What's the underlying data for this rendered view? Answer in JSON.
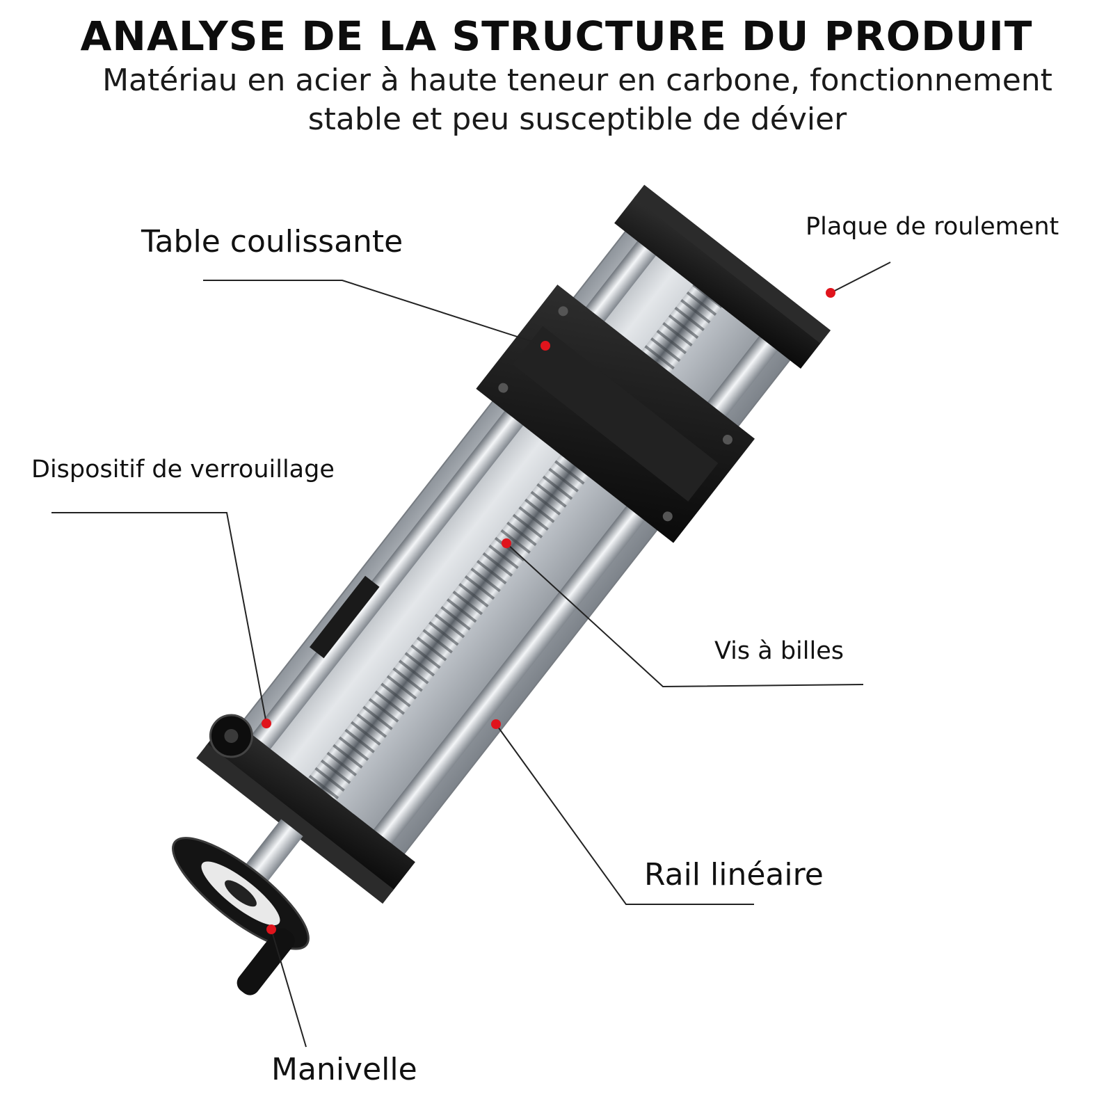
{
  "header": {
    "title": "ANALYSE DE LA STRUCTURE DU PRODUIT",
    "subtitle": "Matériau en acier à haute teneur en carbone, fonctionnement stable et peu susceptible de dévier"
  },
  "callouts": [
    {
      "id": "table",
      "label": "Table coulissante"
    },
    {
      "id": "plaque",
      "label": "Plaque de roulement"
    },
    {
      "id": "lock",
      "label": "Dispositif de verrouillage"
    },
    {
      "id": "vis",
      "label": "Vis à billes"
    },
    {
      "id": "rail",
      "label": "Rail linéaire"
    },
    {
      "id": "mani",
      "label": "Manivelle"
    }
  ],
  "colors": {
    "marker": "#e0141c",
    "leader_line": "#222222",
    "anodized_black": "#151515",
    "aluminum": "#c9cdd2",
    "steel": "#b8bcc1"
  }
}
